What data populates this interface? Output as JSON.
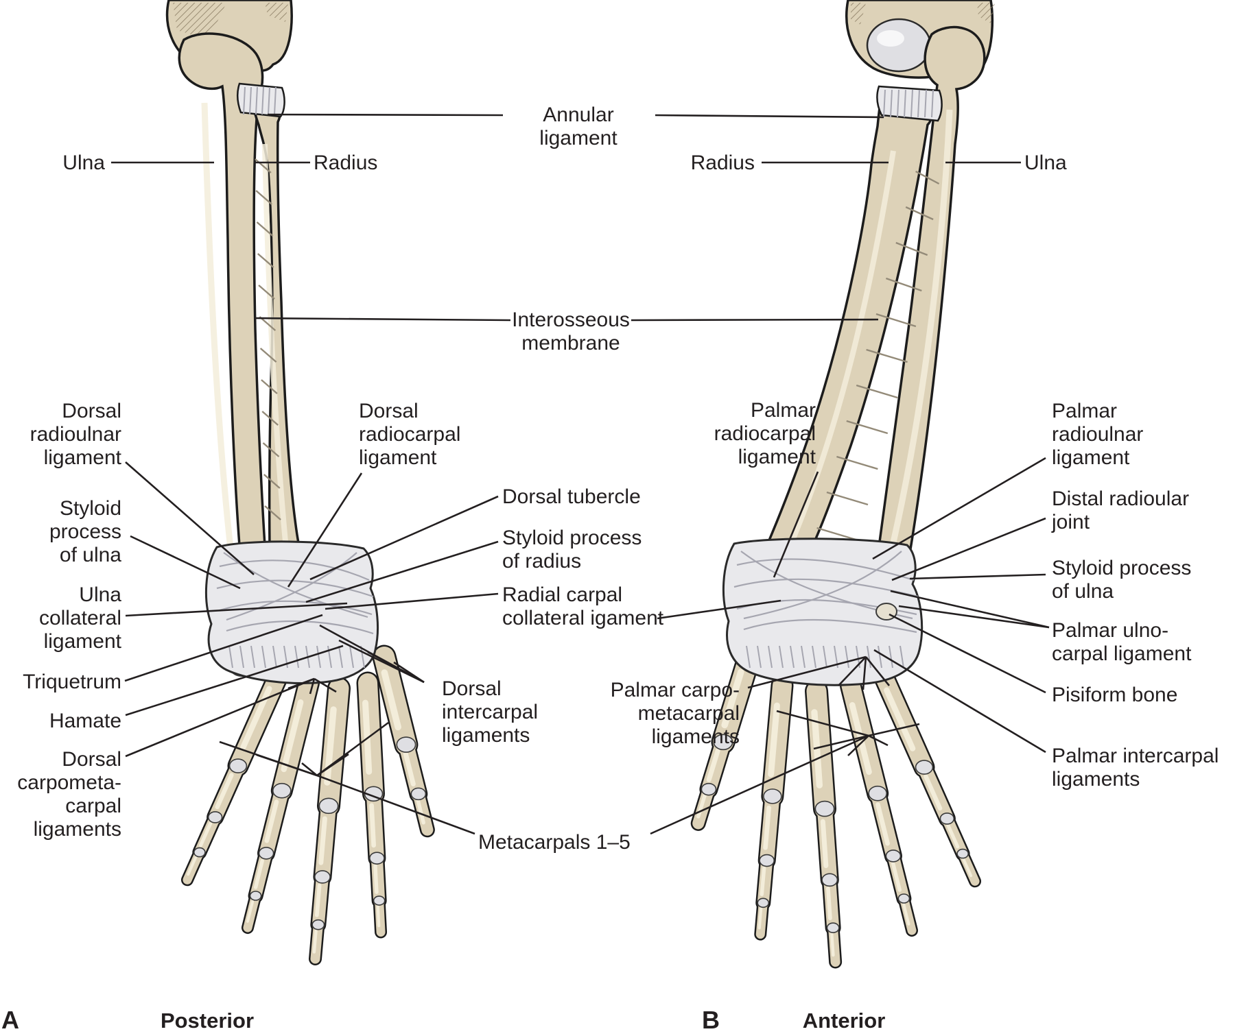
{
  "colors": {
    "text": "#231f20",
    "leader": "#231f20",
    "outline": "#1c1c1c",
    "bone": "#ddd2b8",
    "bone_light": "#f3edda",
    "bone_shadow": "#b9a98a",
    "cartilage": "#dfdfe3",
    "ligament": "#e9e9ec",
    "ligament_line": "#a6a6b0",
    "membrane_line": "#938a78",
    "carpal": "#e3dbc8"
  },
  "shared_labels": {
    "annular_ligament": "Annular ligament",
    "interosseous_membrane": "Interosseous\nmembrane",
    "metacarpals": "Metacarpals 1–5"
  },
  "panel_a": {
    "letter": "A",
    "caption": "Posterior",
    "labels": {
      "ulna": "Ulna",
      "radius": "Radius",
      "dorsal_radioulnar_ligament": "Dorsal\nradioulnar\nligament",
      "styloid_process_of_ulna": "Styloid\nprocess\nof ulna",
      "ulna_collateral_ligament": "Ulna\ncollateral\nligament",
      "triquetrum": "Triquetrum",
      "hamate": "Hamate",
      "dorsal_carpometacarpal_ligaments": "Dorsal\ncarpometa-\ncarpal\nligaments",
      "dorsal_radiocarpal_ligament": "Dorsal\nradiocarpal\nligament",
      "dorsal_tubercle": "Dorsal tubercle",
      "styloid_process_of_radius": "Styloid process\nof radius",
      "radial_carpal_collateral_ligament": "Radial carpal\ncollateral igament",
      "dorsal_intercarpal_ligaments": "Dorsal\nintercarpal\nligaments"
    }
  },
  "panel_b": {
    "letter": "B",
    "caption": "Anterior",
    "labels": {
      "radius": "Radius",
      "ulna": "Ulna",
      "palmar_radiocarpal_ligament": "Palmar\nradiocarpal\nligament",
      "palmar_radioulnar_ligament": "Palmar\nradioulnar\nligament",
      "distal_radioulnar_joint": "Distal radioular\njoint",
      "styloid_process_of_ulna": "Styloid process\nof ulna",
      "palmar_ulnocarpal_ligament": "Palmar ulno-\ncarpal ligament",
      "pisiform_bone": "Pisiform bone",
      "palmar_intercarpal_ligaments": "Palmar intercarpal\nligaments",
      "palmar_carpometacarpal_ligaments": "Palmar carpo-\nmetacarpal\nligaments"
    }
  }
}
